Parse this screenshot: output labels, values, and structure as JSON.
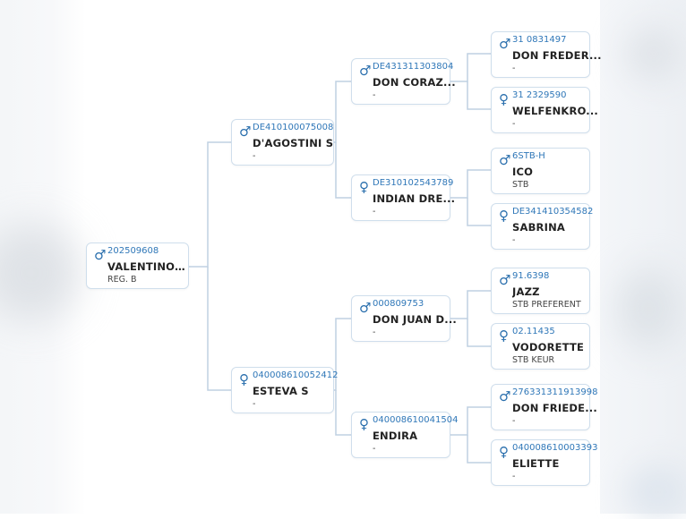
{
  "symbols": {
    "male": "♂",
    "female": "♀"
  },
  "colors": {
    "accent": "#2f77b8",
    "border": "#cfdeec",
    "line": "#bfd0e2"
  },
  "pedigree": {
    "subject": {
      "sex": "male",
      "reg": "202509608",
      "name": "VALENTINO ...",
      "sub": "REG. B"
    },
    "sire": {
      "sex": "male",
      "reg": "DE410100075008",
      "name": "D'AGOSTINI S",
      "sub": "-"
    },
    "dam": {
      "sex": "female",
      "reg": "040008610052412",
      "name": "ESTEVA S",
      "sub": "-"
    },
    "ss": {
      "sex": "male",
      "reg": "DE431311303804",
      "name": "DON CORAZ...",
      "sub": "-"
    },
    "sd": {
      "sex": "female",
      "reg": "DE310102543789",
      "name": "INDIAN DRE...",
      "sub": "-"
    },
    "ds": {
      "sex": "male",
      "reg": "000809753",
      "name": "DON JUAN D...",
      "sub": "-"
    },
    "dd": {
      "sex": "female",
      "reg": "040008610041504",
      "name": "ENDIRA",
      "sub": "-"
    },
    "sss": {
      "sex": "male",
      "reg": "31 0831497",
      "name": "DON FREDER...",
      "sub": "-"
    },
    "ssd": {
      "sex": "female",
      "reg": "31 2329590",
      "name": "WELFENKRO...",
      "sub": "-"
    },
    "sds": {
      "sex": "male",
      "reg": "6STB-H",
      "name": "ICO",
      "sub": "STB"
    },
    "sdd": {
      "sex": "female",
      "reg": "DE341410354582",
      "name": "SABRINA",
      "sub": "-"
    },
    "dss": {
      "sex": "male",
      "reg": "91.6398",
      "name": "JAZZ",
      "sub": "STB PREFERENT"
    },
    "dsd": {
      "sex": "female",
      "reg": "02.11435",
      "name": "VODORETTE",
      "sub": "STB KEUR"
    },
    "dds": {
      "sex": "male",
      "reg": "276331311913998",
      "name": "DON FRIEDE...",
      "sub": "-"
    },
    "ddd": {
      "sex": "female",
      "reg": "040008610003393",
      "name": "ELIETTE",
      "sub": "-"
    }
  }
}
